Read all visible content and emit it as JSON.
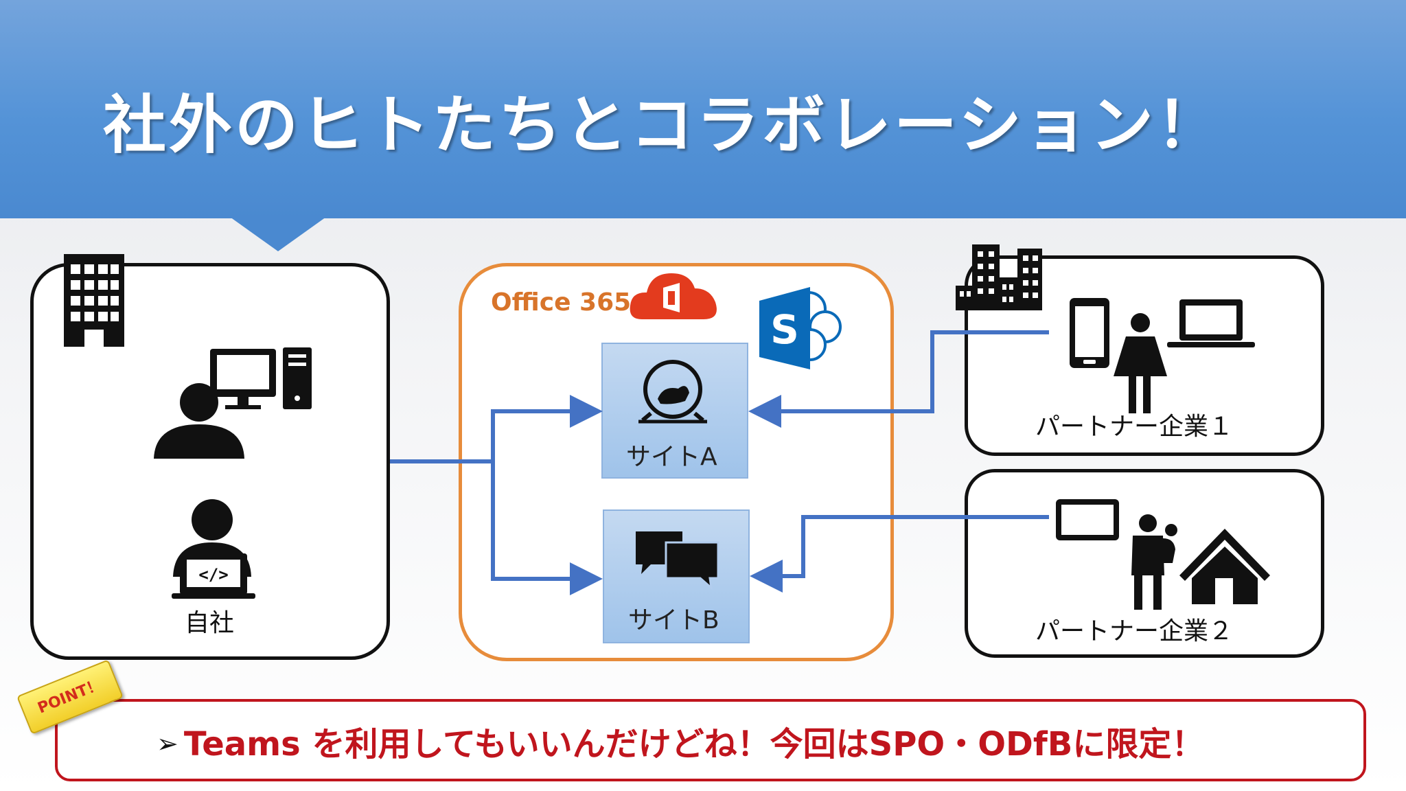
{
  "slide": {
    "title": "社外のヒトたちとコラボレーション！"
  },
  "own_company": {
    "label": "自社"
  },
  "office365": {
    "label": "Office 365",
    "logo_letter": "S",
    "sites": [
      {
        "label": "サイトA"
      },
      {
        "label": "サイトB"
      }
    ]
  },
  "partners": [
    {
      "label": "パートナー企業１"
    },
    {
      "label": "パートナー企業２"
    }
  ],
  "point": {
    "tag": "POINT！",
    "bullet": "➢",
    "text": "Teams を利用してもいいんだけどね！今回はSPO・ODfBに限定！"
  },
  "colors": {
    "banner": "#5493d7",
    "connector": "#4472c4",
    "o365_border": "#e78c3b",
    "o365_red": "#e33b1e",
    "sharepoint_blue": "#0a6ab8",
    "point_red": "#c0151d"
  },
  "icons": {
    "own_building": "office-building-icon",
    "own_desktop_user": "desktop-user-icon",
    "own_developer": "developer-laptop-icon",
    "office365_logo": "office365-cloud-icon",
    "sharepoint_logo": "sharepoint-icon",
    "siteA": "hamster-wheel-icon",
    "siteB": "chat-bubbles-icon",
    "partner1_buildings": "city-buildings-icon",
    "partner1_devices": "phone-woman-laptop-icon",
    "partner2_devices": "tablet-parent-house-icon"
  }
}
